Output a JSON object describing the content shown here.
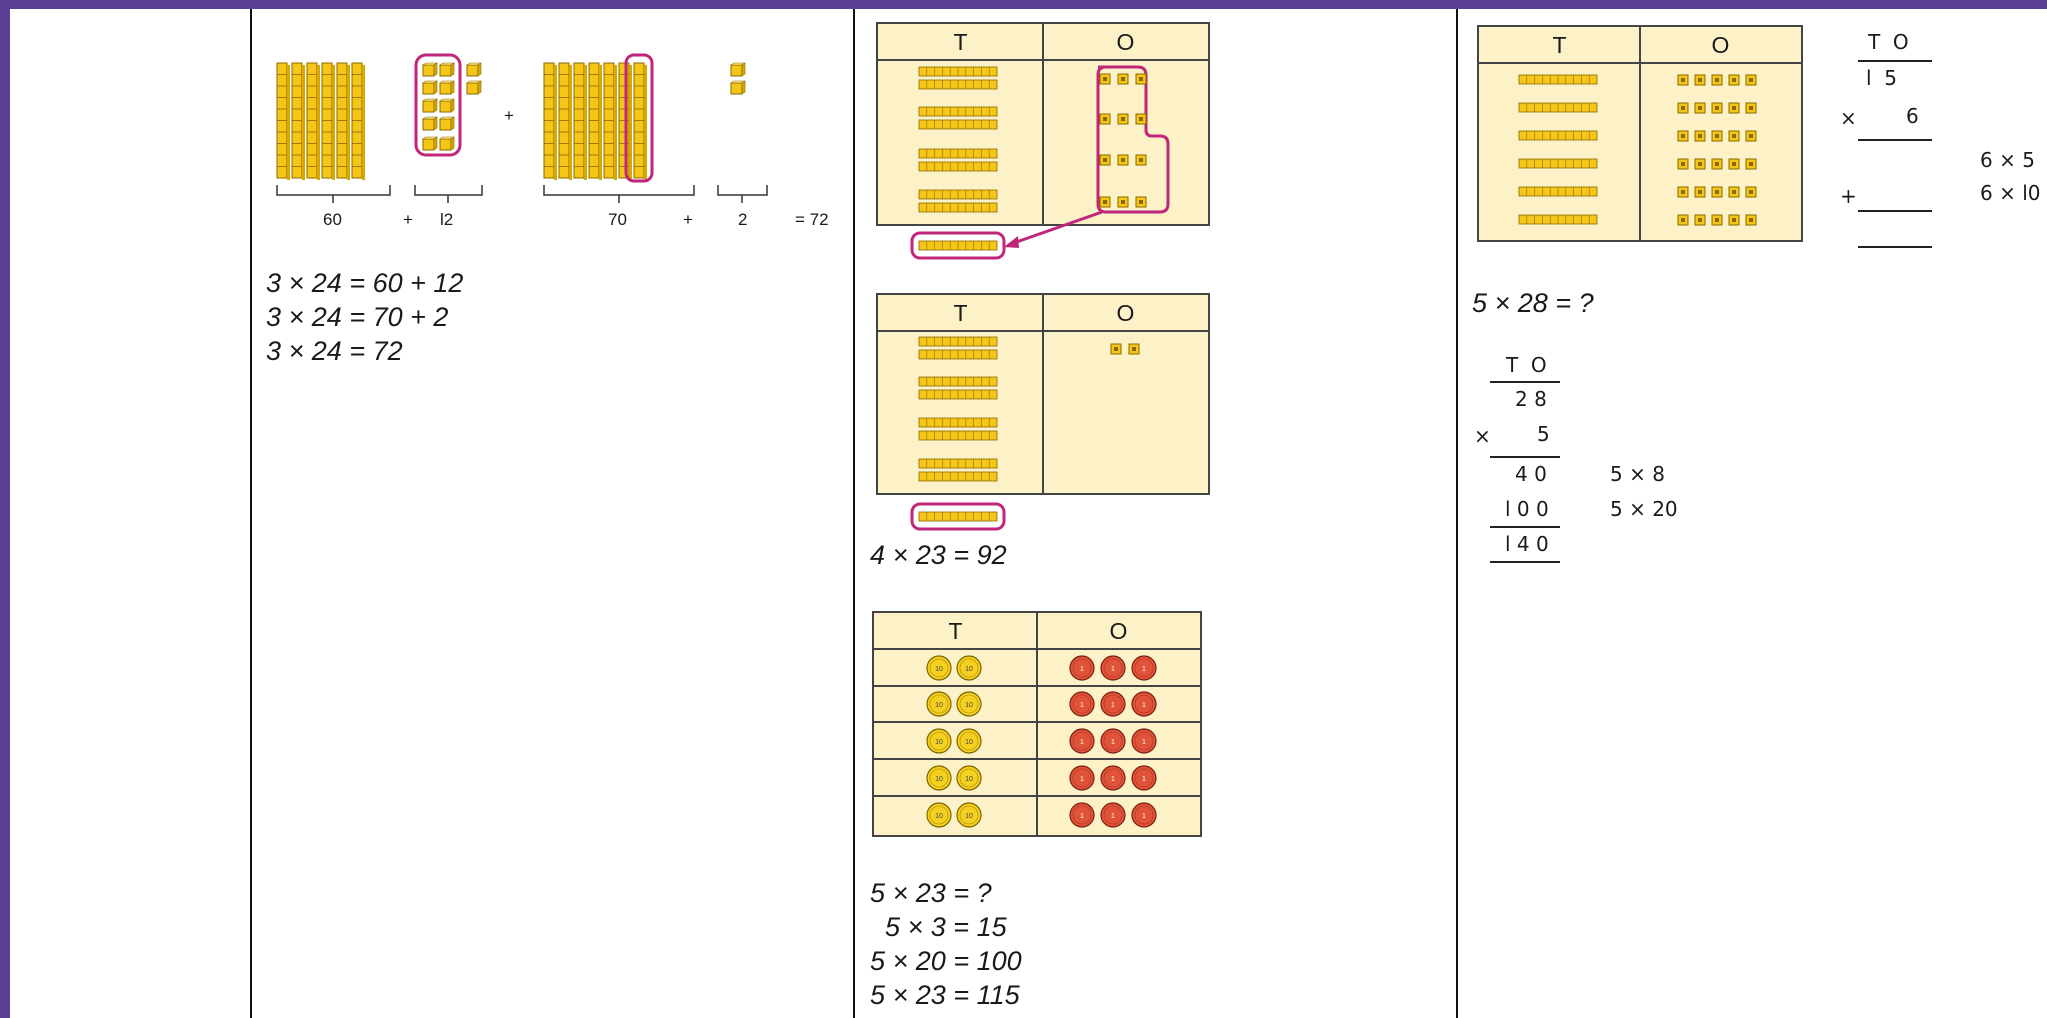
{
  "col1": {
    "base10_labels": {
      "sixty": "60",
      "plus1": "+",
      "twelve": "l2",
      "seventy": "70",
      "plus2": "+",
      "two": "2",
      "total": "= 72",
      "between": "+"
    },
    "equations": [
      "3 × 24 = 60 + 12",
      "3 × 24 = 70 + 2",
      "3 × 24 = 72"
    ]
  },
  "col2": {
    "table_headers": {
      "tens": "T",
      "ones": "O"
    },
    "result_1": "4 × 23 = 92",
    "counter_table": {
      "tens_label": "10",
      "ones_label": "1"
    },
    "equations": [
      "5 × 23 = ?",
      "  5 × 3 = 15",
      "5 × 20 = 100",
      "5 × 23 = 115"
    ]
  },
  "col3": {
    "table_headers": {
      "tens": "T",
      "ones": "O"
    },
    "column_method_1": {
      "header": "T  O",
      "row1": "l  5",
      "row2": "6",
      "times": "×",
      "plus": "+",
      "note1": "6 × 5",
      "note2": "6 × l0"
    },
    "question": "5 × 28 = ?",
    "column_method_2": {
      "header": "T  O",
      "multiplicand": "2 8",
      "times": "×",
      "multiplier": "5",
      "partial1": "4 0",
      "partial2": "l 0 0",
      "total": "l 4 0",
      "note1": "5 × 8",
      "note2": "5 × 20"
    }
  },
  "colors": {
    "border": "#5b3f95",
    "cube": "#f5c518",
    "ring": "#c0267a",
    "counter_ten": "#f5d020",
    "counter_one": "#e0533a",
    "table_bg": "#fdf1c8"
  }
}
